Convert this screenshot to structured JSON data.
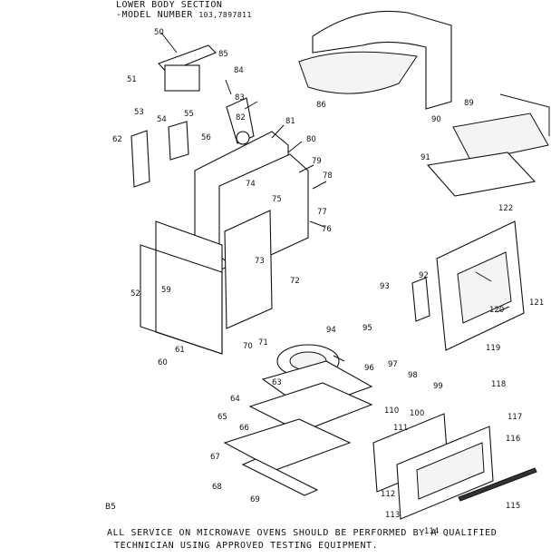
{
  "header": {
    "line1": "LOWER BODY SECTION",
    "line2_prefix": "-MODEL NUMBER",
    "model_number": "103,7897811"
  },
  "page_code": "B5",
  "footer": {
    "line1": "ALL SERVICE ON MICROWAVE OVENS SHOULD BE PERFORMED BY A QUALIFIED",
    "line2": "TECHNICIAN USING APPROVED TESTING EQUIPMENT."
  },
  "labels": [
    "50",
    "85",
    "51",
    "84",
    "83",
    "82",
    "81",
    "80",
    "79",
    "78",
    "77",
    "76",
    "75",
    "74",
    "73",
    "72",
    "71",
    "70",
    "53",
    "54",
    "55",
    "56",
    "62",
    "59",
    "52",
    "60",
    "61",
    "86",
    "89",
    "90",
    "91",
    "122",
    "92",
    "93",
    "121",
    "120",
    "119",
    "94",
    "95",
    "96",
    "97",
    "98",
    "63",
    "64",
    "65",
    "66",
    "67",
    "110",
    "99",
    "100",
    "111",
    "117",
    "118",
    "116",
    "112",
    "113",
    "115",
    "114",
    "68",
    "69"
  ]
}
